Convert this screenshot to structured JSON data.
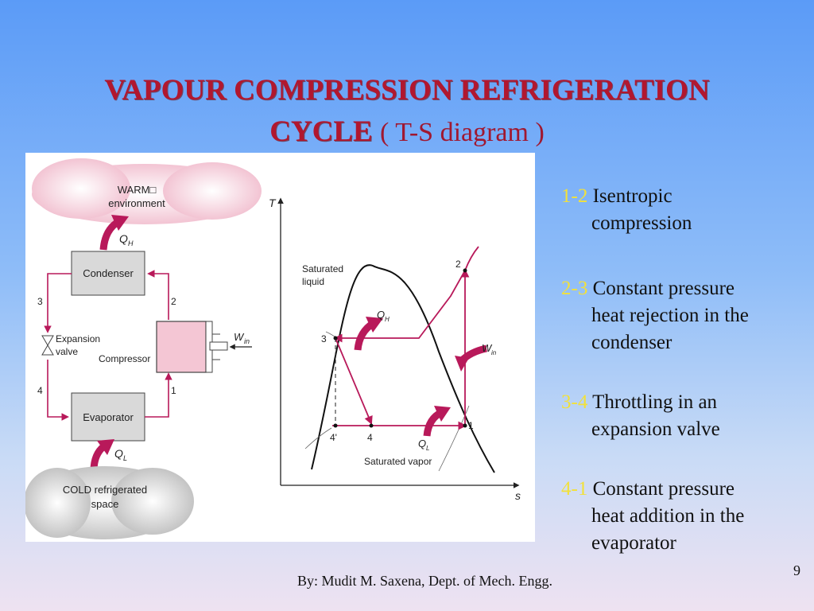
{
  "slide": {
    "title_bold_1": "VAPOUR COMPRESSION REFRIGERATION",
    "title_bold_2": "CYCLE",
    "title_normal": "( T-S diagram )",
    "footer": "By: Mudit M. Saxena, Dept. of Mech. Engg.",
    "page_number": "9"
  },
  "steps": [
    {
      "num": "1-2",
      "line1": "Isentropic",
      "line2": "compression",
      "line3": ""
    },
    {
      "num": "2-3",
      "line1": "Constant pressure",
      "line2": "heat rejection in the",
      "line3": "condenser"
    },
    {
      "num": "3-4",
      "line1": "Throttling in an",
      "line2": "expansion valve",
      "line3": ""
    },
    {
      "num": "4-1",
      "line1": "Constant pressure",
      "line2": "heat addition in the",
      "line3": "evaporator"
    }
  ],
  "schematic": {
    "warm_1": "WARM□",
    "warm_2": "environment",
    "qh": "Q",
    "qh_sub": "H",
    "condenser": "Condenser",
    "expansion_1": "Expansion",
    "expansion_2": "valve",
    "compressor": "Compressor",
    "win": "W",
    "win_sub": "in",
    "evaporator": "Evaporator",
    "ql": "Q",
    "ql_sub": "L",
    "cold_1": "COLD refrigerated",
    "cold_2": "space",
    "p1": "1",
    "p2": "2",
    "p3": "3",
    "p4": "4"
  },
  "ts_diagram": {
    "t_axis": "T",
    "s_axis": "s",
    "sat_liquid_1": "Saturated",
    "sat_liquid_2": "liquid",
    "sat_vapor": "Saturated vapor",
    "qh": "Q",
    "qh_sub": "H",
    "ql": "Q",
    "ql_sub": "L",
    "win": "W",
    "win_sub": "in",
    "p1": "1",
    "p2": "2",
    "p3": "3",
    "p4": "4",
    "p4prime": "4'"
  },
  "colors": {
    "accent": "#b8195a",
    "box_fill": "#d9d9d9",
    "compressor_fill": "#f4c6d4",
    "warm_cloud": "#f3c9d6",
    "cold_cloud": "#cfcfcf"
  }
}
